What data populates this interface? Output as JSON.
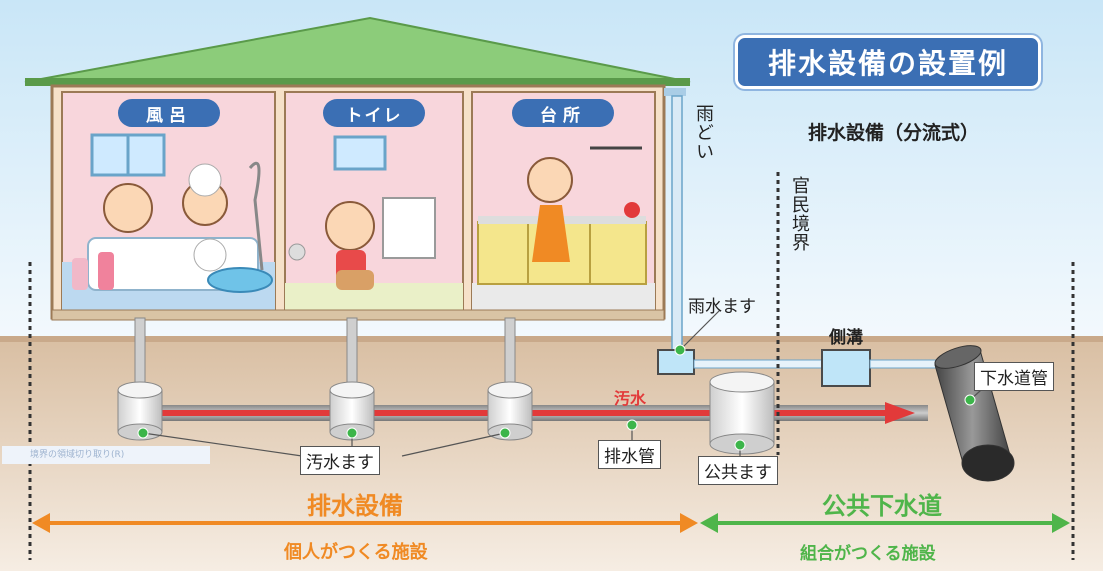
{
  "title": "排水設備の設置例",
  "subtitle": "排水設備（分流式）",
  "rooms": [
    {
      "label": "風呂"
    },
    {
      "label": "トイレ"
    },
    {
      "label": "台所"
    }
  ],
  "labels": {
    "amadoi": "雨どい",
    "kanmin_kyokai": "官民境界",
    "usui_masu": "雨水ます",
    "sokko": "側溝",
    "gesuidokan": "下水道管",
    "osui": "汚水",
    "haisuikan": "排水管",
    "osui_masu": "汚水ます",
    "kokyo_masu": "公共ます"
  },
  "bottom": {
    "left_title": "排水設備",
    "left_sub": "個人がつくる施設",
    "right_title": "公共下水道",
    "right_sub": "組合がつくる施設"
  },
  "ghost_text": "境界の領域切り取り(R)",
  "colors": {
    "sky": "#d7ecf8",
    "roof": "#8ccc7a",
    "ground": "#e6d2bb",
    "badge": "#3b6fb4",
    "orange": "#f08a24",
    "green": "#4fb54a",
    "red_pipe": "#e23a3a"
  }
}
